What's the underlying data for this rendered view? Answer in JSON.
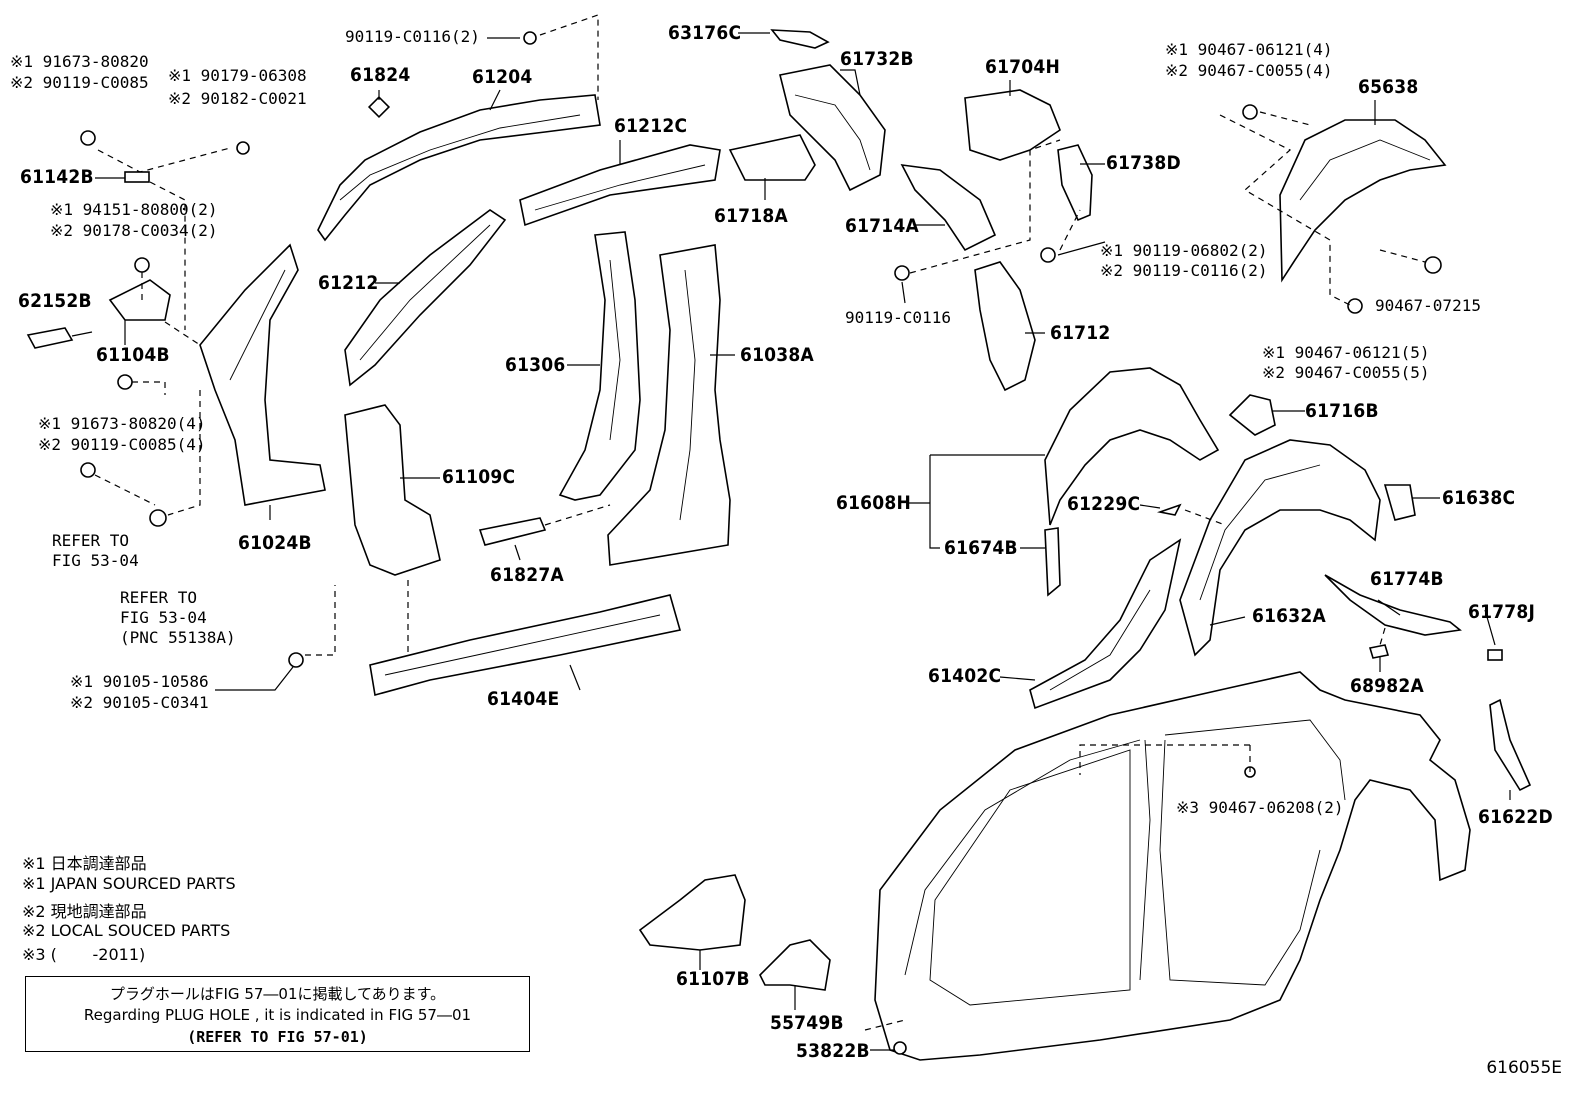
{
  "diagram": {
    "drawing_code": "616055E",
    "part_labels": {
      "p90119_C0116_2": "90119-C0116(2)",
      "p63176C": "63176C",
      "p61732B": "61732B",
      "p61704H": "61704H",
      "p61824": "61824",
      "p61204": "61204",
      "p61212C": "61212C",
      "p61718A": "61718A",
      "p61714A": "61714A",
      "p61738D": "61738D",
      "p65638": "65638",
      "p61142B": "61142B",
      "p62152B": "62152B",
      "p61104B": "61104B",
      "p61212": "61212",
      "p61306": "61306",
      "p61038A": "61038A",
      "p61109C": "61109C",
      "p61024B": "61024B",
      "p61827A": "61827A",
      "p61404E": "61404E",
      "p90119_C0116": "90119-C0116",
      "p61712": "61712",
      "p90467_07215": "90467-07215",
      "p61716B": "61716B",
      "p61608H": "61608H",
      "p61229C": "61229C",
      "p61638C": "61638C",
      "p61674B": "61674B",
      "p61774B": "61774B",
      "p61778J": "61778J",
      "p61632A": "61632A",
      "p68982A": "68982A",
      "p61402C": "61402C",
      "p61622D": "61622D",
      "p61107B": "61107B",
      "p55749B": "55749B",
      "p53822B": "53822B"
    },
    "callouts": {
      "tl_1": "※1 91673-80820",
      "tl_2": "※2 90119-C0085",
      "t2_1": "※1 90179-06308",
      "t2_2": "※2 90182-C0021",
      "m1_1": "※1 94151-80800(2)",
      "m1_2": "※2 90178-C0034(2)",
      "m2_1": "※1 91673-80820(4)",
      "m2_2": "※2 90119-C0085(4)",
      "ref1_1": "REFER TO",
      "ref1_2": "FIG 53-04",
      "ref2_1": "REFER TO",
      "ref2_2": "FIG 53-04",
      "ref2_3": "(PNC 55138A)",
      "b1_1": "※1 90105-10586",
      "b1_2": "※2 90105-C0341",
      "tr_1": "※1 90467-06121(4)",
      "tr_2": "※2 90467-C0055(4)",
      "r1_1": "※1 90119-06802(2)",
      "r1_2": "※2 90119-C0116(2)",
      "r2_1": "※1 90467-06121(5)",
      "r2_2": "※2 90467-C0055(5)",
      "r3": "※3 90467-06208(2)"
    },
    "legend": [
      "※1 日本調達部品",
      "※1 JAPAN SOURCED PARTS",
      "※2 現地調達部品",
      "※2 LOCAL SOUCED PARTS",
      "※3 (       -2011)"
    ],
    "note": {
      "line1": "プラグホールはFIG 57―01に掲載してあります。",
      "line2": "Regarding  PLUG  HOLE , it is indicated in FIG  57―01",
      "line3": "(REFER TO FIG 57-01)"
    }
  }
}
